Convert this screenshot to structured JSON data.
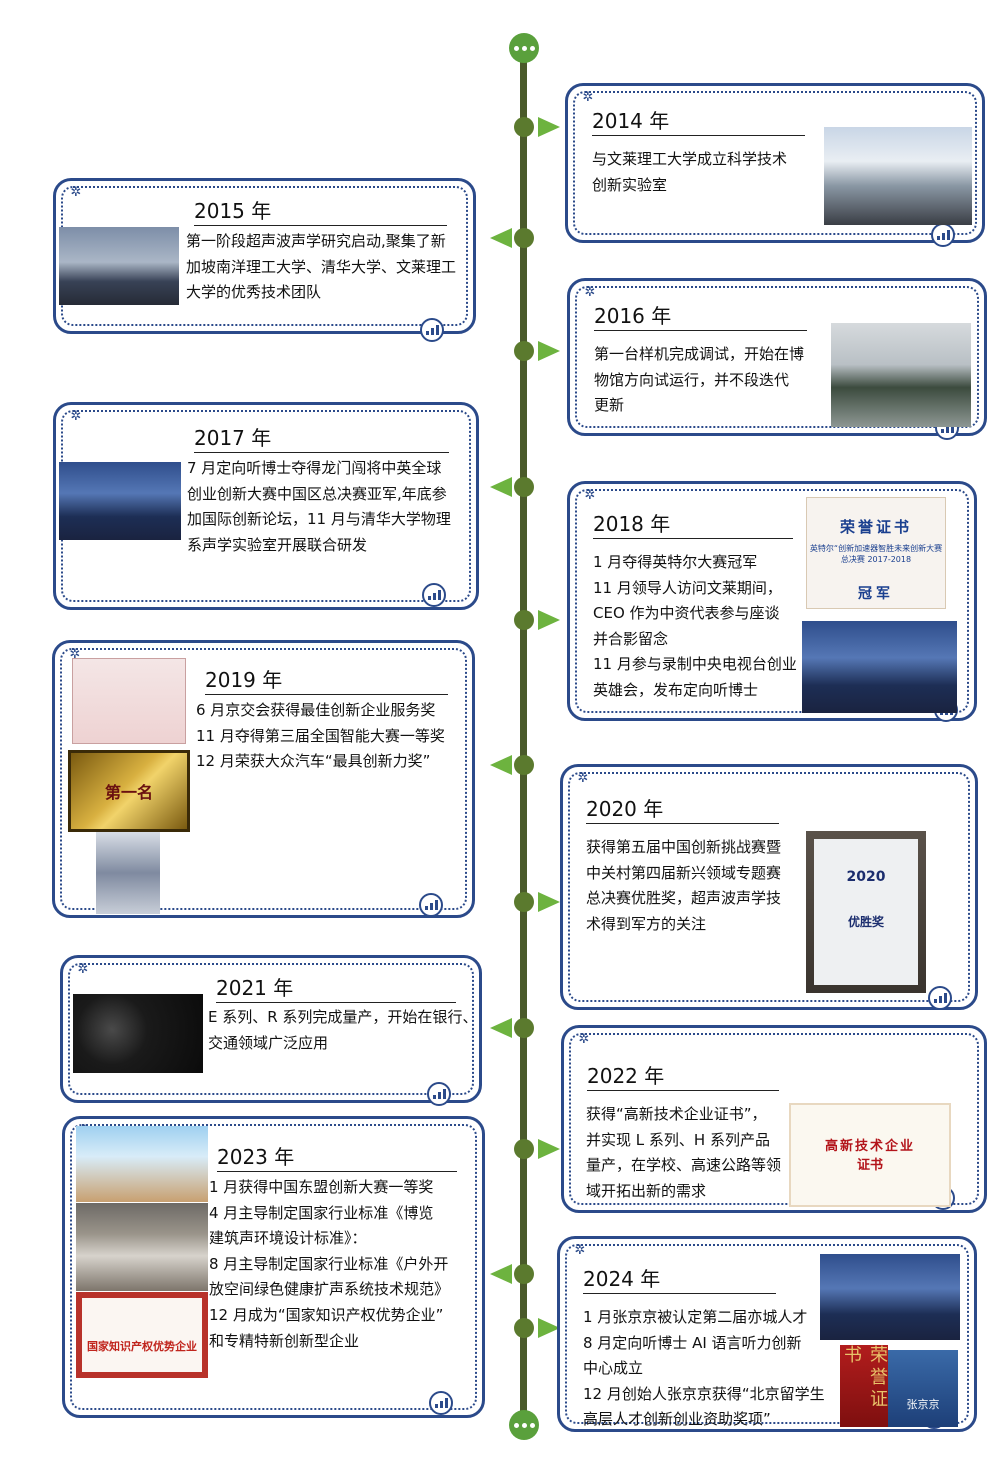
{
  "entries": [
    {
      "year": "2014 年",
      "lines": [
        "与文莱理工大学成立科学技术",
        "创新实验室"
      ]
    },
    {
      "year": "2015 年",
      "lines": [
        "第一阶段超声波声学研究启动,聚集了新",
        "加坡南洋理工大学、清华大学、文莱理工",
        "大学的优秀技术团队"
      ]
    },
    {
      "year": "2016 年",
      "lines": [
        "第一台样机完成调试，开始在博",
        "物馆方向试运行，并不段迭代",
        "更新"
      ]
    },
    {
      "year": "2017 年",
      "lines": [
        "7 月定向听博士夺得龙门闯将中英全球",
        "创业创新大赛中国区总决赛亚军,年底参",
        "加国际创新论坛，11 月与清华大学物理",
        "系声学实验室开展联合研发"
      ]
    },
    {
      "year": "2018 年",
      "lines": [
        "1 月夺得英特尔大赛冠军",
        "11 月领导人访问文莱期间，",
        "CEO 作为中资代表参与座谈",
        "并合影留念",
        "11 月参与录制中央电视台创业",
        "英雄会，发布定向听博士"
      ]
    },
    {
      "year": "2019 年",
      "lines": [
        "6 月京交会获得最佳创新企业服务奖",
        "11 月夺得第三届全国智能大赛一等奖",
        "12 月荣获大众汽车“最具创新力奖”"
      ]
    },
    {
      "year": "2020 年",
      "lines": [
        "获得第五届中国创新挑战赛暨",
        "中关村第四届新兴领域专题赛",
        "总决赛优胜奖，超声波声学技",
        "术得到军方的关注"
      ]
    },
    {
      "year": "2021 年",
      "lines": [
        "E 系列、R 系列完成量产，开始在银行、",
        "交通领域广泛应用"
      ]
    },
    {
      "year": "2022 年",
      "lines": [
        "获得“高新技术企业证书”，",
        "并实现 L 系列、H 系列产品",
        "量产，在学校、高速公路等领",
        "域开拓出新的需求"
      ]
    },
    {
      "year": "2023 年",
      "lines": [
        "1 月获得中国东盟创新大赛一等奖",
        "4 月主导制定国家行业标准《博览",
        "建筑声环境设计标准》：",
        "8 月主导制定国家行业标准《户外开",
        "放空间绿色健康扩声系统技术规范》",
        "12 月成为“国家知识产权优势企业”",
        "和专精特新创新型企业"
      ]
    },
    {
      "year": "2024 年",
      "lines": [
        "1 月张京京被认定第二届亦城人才",
        "8 月定向听博士 AI 语言听力创新",
        "中心成立",
        "12 月创始人张京京获得“北京留学生",
        "高层人才创新创业资助奖项”"
      ]
    }
  ],
  "images": {
    "cert_2018_title": "荣誉证书",
    "cert_2018_sub": "英特尔“创新加速器智胜未来创新大赛总决赛 2017-2018",
    "cert_2018_prize": "冠军",
    "plaque_2019": "第一名",
    "plaque_2020_year": "2020",
    "plaque_2020_prize": "优胜奖",
    "cert_2022_title": "高新技术企业",
    "cert_2022_sub": "证书",
    "cert_2023_title": "国家知识产权优势企业",
    "cert_2024": "荣誉证书",
    "badge_2024_name": "张京京"
  },
  "colors": {
    "frame": "#2b4a8a",
    "axis": "#4a5a2a",
    "node": "#5b7a2e",
    "arrow": "#6db33f"
  }
}
